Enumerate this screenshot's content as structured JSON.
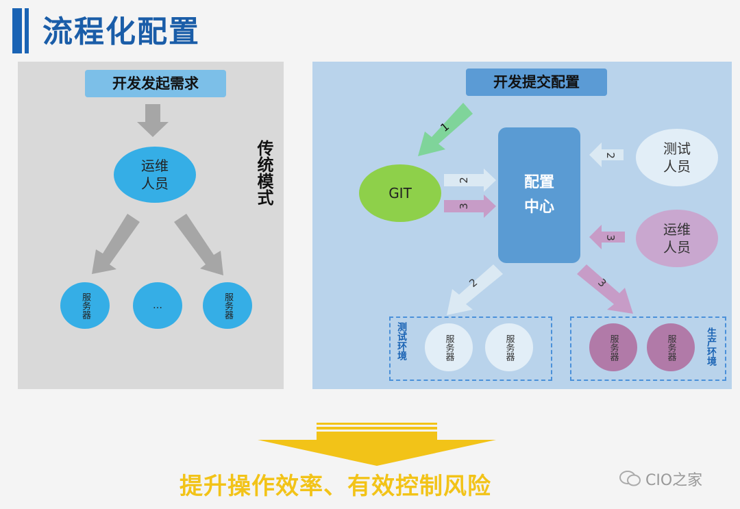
{
  "title": "流程化配置",
  "left": {
    "request_label": "开发发起需求",
    "ops_line1": "运维",
    "ops_line2": "人员",
    "server_text": "服务器",
    "ellipsis": "…",
    "mode_label": "传统模式"
  },
  "right": {
    "submit_label": "开发提交配置",
    "git_label": "GIT",
    "center_line1": "配置",
    "center_line2": "中心",
    "tester_line1": "测试",
    "tester_line2": "人员",
    "ops_line1": "运维",
    "ops_line2": "人员",
    "test_env": "测试环境",
    "prod_env": "生产环境",
    "server_text": "服务器",
    "step1": "1",
    "step2": "2",
    "step3": "3"
  },
  "slogan": "提升操作效率、有效控制风险",
  "watermark": "CIO之家",
  "colors": {
    "title": "#1a5da8",
    "accent_yellow": "#f2c318",
    "green_arrow": "#7fd49a",
    "purple_arrow": "#c79cc7",
    "light_arrow": "#dbe9f3"
  }
}
